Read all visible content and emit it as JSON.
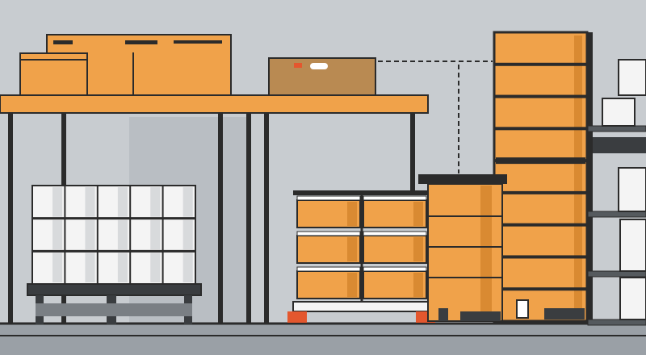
{
  "scene": {
    "subject": "warehouse-storage",
    "palette": {
      "background": "#c8ccd0",
      "wall_shadow": "#b9bec3",
      "floor": "#9aa0a6",
      "outline": "#2b2b2b",
      "box_orange": "#f0a24a",
      "box_orange_dark": "#d98a32",
      "box_brown": "#b98a52",
      "shelf_orange": "#f0a24a",
      "white_box": "#f4f4f4",
      "white_box_shade": "#d8dadc",
      "pallet_dark": "#3a3d40",
      "wheel_red": "#e4572e"
    },
    "objects": {
      "top_shelf_boxes": 3,
      "white_stack_columns": 5,
      "white_stack_rows": 3,
      "orange_crate_rows": 3,
      "orange_crate_columns": 2,
      "tower_levels": 9,
      "right_rack_levels": 4
    }
  }
}
